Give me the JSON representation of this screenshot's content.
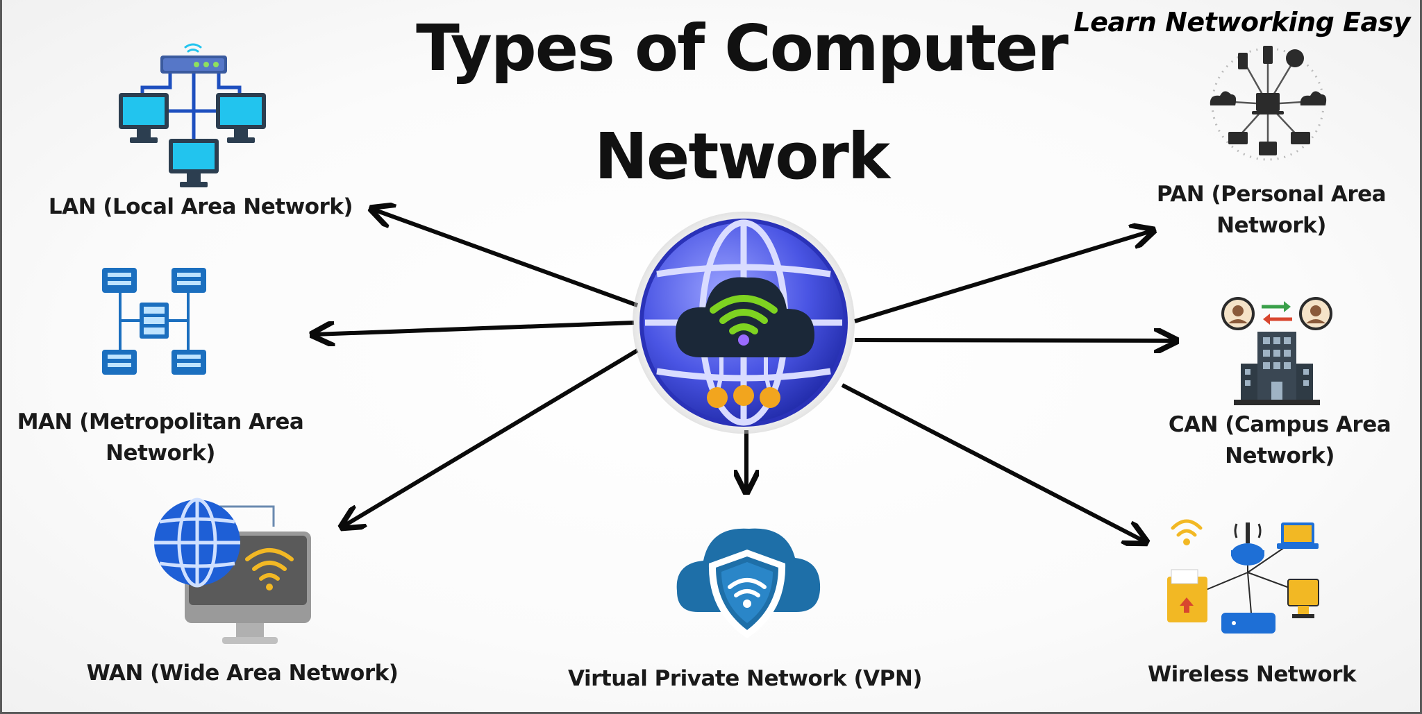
{
  "header": {
    "title_line_1": "Types of Computer",
    "title_line_2": "Network",
    "brand": "Learn Networking Easy"
  },
  "networks": {
    "lan": {
      "label": "LAN (Local Area Network)",
      "icon": "lan-topology-icon"
    },
    "man": {
      "label_line_1": "MAN (Metropolitan Area",
      "label_line_2": "Network)",
      "icon": "man-server-topology-icon"
    },
    "wan": {
      "label": "WAN (Wide Area Network)",
      "icon": "globe-monitor-wifi-icon"
    },
    "vpn": {
      "label": "Virtual Private Network (VPN)",
      "icon": "cloud-shield-icon"
    },
    "pan": {
      "label_line_1": "PAN (Personal Area",
      "label_line_2": "Network)",
      "icon": "personal-devices-hub-icon"
    },
    "can": {
      "label_line_1": "CAN (Campus Area",
      "label_line_2": "Network)",
      "icon": "campus-building-icon"
    },
    "wireless": {
      "label": "Wireless Network",
      "icon": "wireless-devices-icon"
    }
  },
  "hub": {
    "icon": "globe-cloud-wifi-icon"
  },
  "colors": {
    "globe_blue": "#3d46d6",
    "globe_light": "#8e98ff",
    "monitor_cyan": "#22c4ee",
    "wifi_green": "#7ed321",
    "dark_navy": "#1b2838",
    "node_orange": "#f2a51e",
    "arrow": "#0a0a0a"
  }
}
